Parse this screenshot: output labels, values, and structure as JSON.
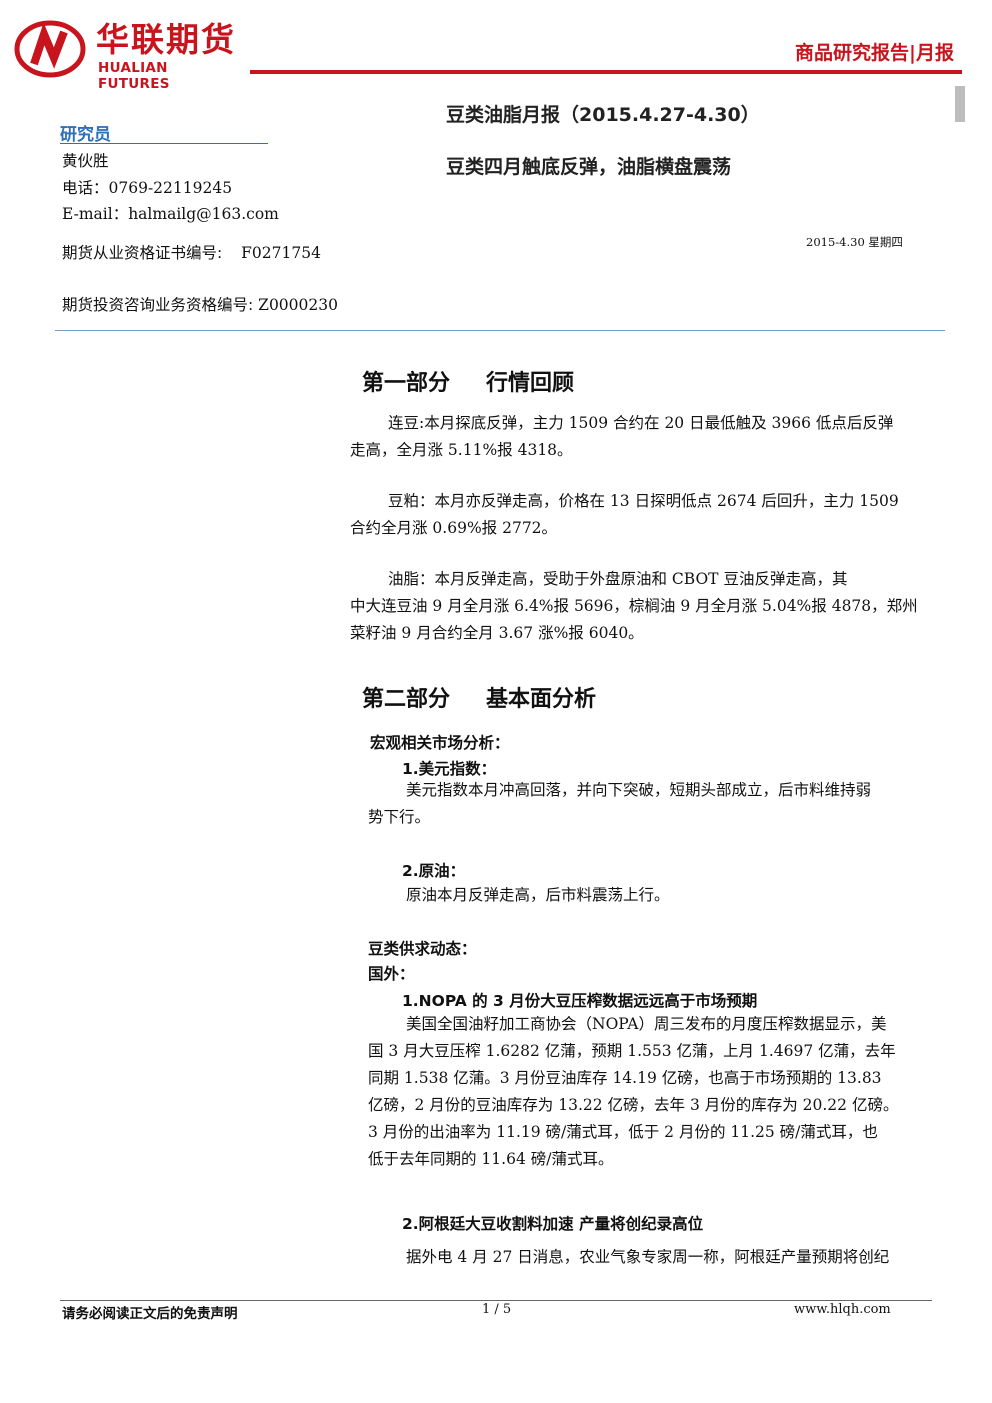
{
  "header": {
    "logo_cn": "华联期货",
    "logo_en": "HUALIAN FUTURES",
    "category": "商品研究报告|月报"
  },
  "researcher": {
    "label": "研究员",
    "name": "黄伙胜",
    "phone": "电话：0769-22119245",
    "email": "E-mail：halmailg@163.com",
    "cert_label": "期货从业资格证书编号:",
    "cert_value": "F0271754",
    "consult_label": "期货投资咨询业务资格编号:",
    "consult_value": "Z0000230"
  },
  "report": {
    "title": "豆类油脂月报（2015.4.27-4.30）",
    "subtitle": "豆类四月触底反弹，油脂横盘震荡",
    "date": "2015-4.30 星期四"
  },
  "section1": {
    "heading_a": "第一部分",
    "heading_b": "行情回顾",
    "p1_line1": "连豆:本月探底反弹，主力 1509 合约在 20 日最低触及 3966 低点后反弹",
    "p1_line2": "走高，全月涨 5.11%报 4318。",
    "p2_line1": "豆粕：本月亦反弹走高，价格在 13 日探明低点 2674 后回升，主力 1509",
    "p2_line2": "合约全月涨 0.69%报 2772。",
    "p3_line1": "油脂：本月反弹走高，受助于外盘原油和 CBOT 豆油反弹走高，其",
    "p3_line2": "中大连豆油 9 月全月涨 6.4%报 5696，棕榈油 9 月全月涨 5.04%报 4878，郑州",
    "p3_line3": "菜籽油 9 月合约全月 3.67 涨%报 6040。"
  },
  "section2": {
    "heading_a": "第二部分",
    "heading_b": "基本面分析",
    "macro_label": "宏观相关市场分析：",
    "usd_title": "1.美元指数：",
    "usd_line1": "美元指数本月冲高回落，并向下突破，短期头部成立，后市料维持弱",
    "usd_line2": "势下行。",
    "oil_title": "2.原油：",
    "oil_line1": "原油本月反弹走高，后市料震荡上行。",
    "supply_label": "豆类供求动态：",
    "foreign_label": "国外：",
    "nopa_title": "1.NOPA 的 3 月份大豆压榨数据远远高于市场预期",
    "nopa_l1": "美国全国油籽加工商协会（NOPA）周三发布的月度压榨数据显示，美",
    "nopa_l2": "国 3 月大豆压榨 1.6282 亿蒲，预期 1.553 亿蒲，上月 1.4697 亿蒲，去年",
    "nopa_l3": "同期 1.538 亿蒲。3 月份豆油库存 14.19 亿磅，也高于市场预期的 13.83",
    "nopa_l4": "亿磅，2 月份的豆油库存为 13.22 亿磅，去年 3 月份的库存为 20.22 亿磅。",
    "nopa_l5": "3 月份的出油率为 11.19 磅/蒲式耳，低于 2 月份的 11.25 磅/蒲式耳，也",
    "nopa_l6": "低于去年同期的 11.64 磅/蒲式耳。",
    "arg_title": "2.阿根廷大豆收割料加速 产量将创纪录高位",
    "arg_l1": "据外电 4 月 27 日消息，农业气象专家周一称，阿根廷产量预期将创纪"
  },
  "footer": {
    "disclaimer": "请务必阅读正文后的免责声明",
    "page": "1 / 5",
    "site": "www.hlqh.com"
  },
  "colors": {
    "brand_red": "#c8141c",
    "accent_blue": "#2e6fb6"
  }
}
